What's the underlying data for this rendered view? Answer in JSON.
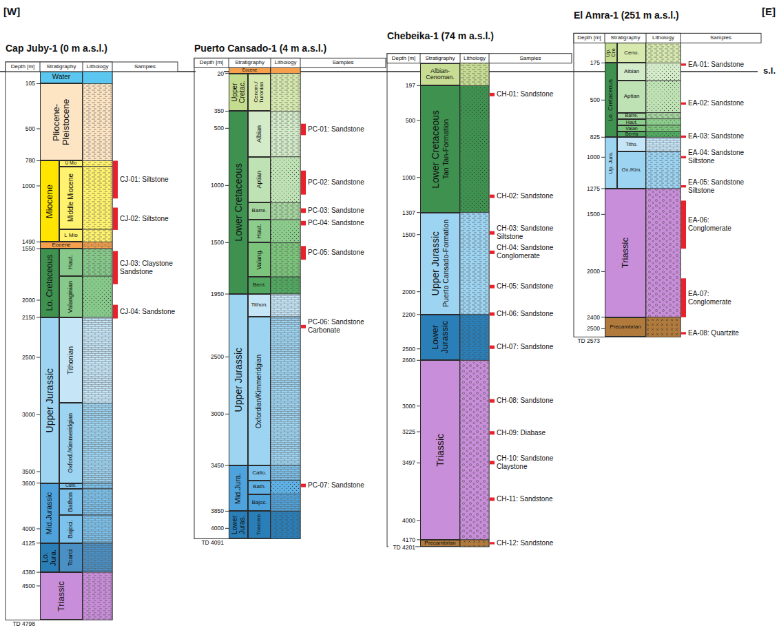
{
  "diagram": {
    "nodes": [
      {
        "text": [
          "Water"
        ]
      },
      {
        "text": [
          "Pliocene- Pleistocene"
        ]
      },
      {
        "text": [
          "Miocene"
        ]
      },
      {
        "text": [
          "U Mio"
        ]
      },
      {
        "text": [
          "Middle Miocene"
        ]
      },
      {
        "text": [
          "L Mio"
        ]
      },
      {
        "text": [
          "Eocene"
        ]
      },
      {
        "text": [
          "Lo. Cretaceous"
        ]
      },
      {
        "text": [
          "Haut."
        ]
      },
      {
        "text": [
          "Valanginian"
        ]
      },
      {
        "text": [
          "Upper Jurassic"
        ]
      },
      {
        "text": [
          "Tithonian"
        ]
      },
      {
        "text": [
          "Oxford./Kimmeridgian"
        ]
      },
      {
        "text": [
          "Mid.Jurassic"
        ]
      },
      {
        "text": [
          "Callo."
        ]
      },
      {
        "text": [
          "Bathon"
        ]
      },
      {
        "text": [
          "Bajoci."
        ]
      },
      {
        "text": [
          "Lo. Jura."
        ]
      },
      {
        "text": [
          "Toarci"
        ]
      },
      {
        "text": [
          "Triassic"
        ]
      },
      {
        "text": [
          "Eocene"
        ]
      },
      {
        "text": [
          "Upper Cretac."
        ]
      },
      {
        "text": [
          "Cenom./ Turonian"
        ]
      },
      {
        "text": [
          "Lower Cretaceous"
        ]
      },
      {
        "text": [
          "Albian"
        ]
      },
      {
        "text": [
          "Aptian"
        ]
      },
      {
        "text": [
          "Barre."
        ]
      },
      {
        "text": [
          "Haut."
        ]
      },
      {
        "text": [
          "Valang."
        ]
      },
      {
        "text": [
          "Berri."
        ]
      },
      {
        "text": [
          "Upper Jurassic"
        ]
      },
      {
        "text": [
          "Tithon."
        ]
      },
      {
        "text": [
          "Oxfordian/Kimmeridgian"
        ]
      },
      {
        "text": [
          "Mid.Jura."
        ]
      },
      {
        "text": [
          "Callo."
        ]
      },
      {
        "text": [
          "Bath."
        ]
      },
      {
        "text": [
          "Bajoc."
        ]
      },
      {
        "text": [
          "Lower Juras."
        ]
      },
      {
        "text": [
          "Toarcian"
        ]
      },
      {
        "text": [
          "Albian- Cenoman."
        ]
      },
      {
        "text": [
          "Lower Cretaceous",
          "Tan Tan-Formation"
        ]
      },
      {
        "text": [
          "Upper Jurassic",
          "Puerto Cansado-Formation"
        ]
      },
      {
        "text": [
          "Lower Jurassic"
        ]
      },
      {
        "text": [
          "Triassic"
        ]
      },
      {
        "text": [
          "Precambrian"
        ]
      },
      {
        "text": [
          "Up. Cre"
        ]
      },
      {
        "text": [
          "Ceno."
        ]
      },
      {
        "text": [
          "Lo. Cretaceous"
        ]
      },
      {
        "text": [
          "Albian"
        ]
      },
      {
        "text": [
          "Aptian"
        ]
      },
      {
        "text": [
          "Barre."
        ]
      },
      {
        "text": [
          "Haut."
        ]
      },
      {
        "text": [
          "Valan"
        ]
      },
      {
        "text": [
          "Berria"
        ]
      },
      {
        "text": [
          "Up. Jura."
        ]
      },
      {
        "text": [
          "Titho."
        ]
      },
      {
        "text": [
          "Ox./Kim."
        ]
      },
      {
        "text": [
          "Triassic"
        ]
      },
      {
        "text": [
          "Precambrian"
        ]
      }
    ],
    "labels": [
      "Cap Juby-1 (0 m a.s.l.)",
      "Depth [m]",
      "Stratigraphy",
      "Lithology",
      "Samples",
      "105",
      "500",
      "780",
      "1000",
      "1490",
      "1550",
      "2000",
      "2150",
      "2500",
      "3000",
      "3500",
      "3600",
      "4000",
      "4125",
      "4380",
      "4500",
      "TD 4798",
      "CJ-01: Siltstone",
      "CJ-02: Siltstone",
      "CJ-03: Claystone Sandstone",
      "CJ-04: Sandstone",
      "Puerto Cansado-1 (4 m a.s.l.)",
      "Depth [m]",
      "Stratigraphy",
      "Lithology",
      "Samples",
      "20",
      "350",
      "500",
      "1000",
      "1500",
      "1950",
      "2500",
      "3000",
      "3450",
      "3850",
      "4000",
      "TD 4091",
      "PC-01: Sandstone",
      "PC-02: Sandstone",
      "PC-03: Sandstone",
      "PC-04: Sandstone",
      "PC-05: Sandstone",
      "PC-06: Sandstone Carbonate",
      "PC-07: Sandstone",
      "Chebeika-1 (74 m a.s.l.)",
      "Depth [m]",
      "Stratigraphy",
      "Lithology",
      "Samples",
      "197",
      "500",
      "1000",
      "1307",
      "1500",
      "2000",
      "2200",
      "2500",
      "2600",
      "3000",
      "3225",
      "3497",
      "4000",
      "4170",
      "TD 4201",
      "CH-01: Sandstone",
      "CH-02: Sandstone",
      "CH-03: Sandstone Siltstone",
      "CH-04: Sandstone Conglomerate",
      "CH-05: Sandstone",
      "CH-06: Sandstone",
      "CH-07: Sandstone",
      "CH-08: Sandstone",
      "CH-09: Diabase",
      "CH-10: Sandstone Claystone",
      "CH-11: Sandstone",
      "CH-12: Sandstone",
      "El Amra-1 (251 m a.s.l.)",
      "Depth [m]",
      "Stratigraphy",
      "Lithology",
      "Samples",
      "175",
      "500",
      "825",
      "1000",
      "1275",
      "1500",
      "2000",
      "2400",
      "2500",
      "TD 2573",
      "EA-01: Sandstone",
      "EA-02: Sandstone",
      "EA-03: Sandstone",
      "EA-04: Sandstone Siltstone",
      "EA-05: Sandstone Siltstone",
      "EA-06: Conglomerate",
      "EA-07: Conglomerate",
      "EA-08: Quartzite",
      "[W]",
      "[E]",
      "s.l."
    ]
  }
}
